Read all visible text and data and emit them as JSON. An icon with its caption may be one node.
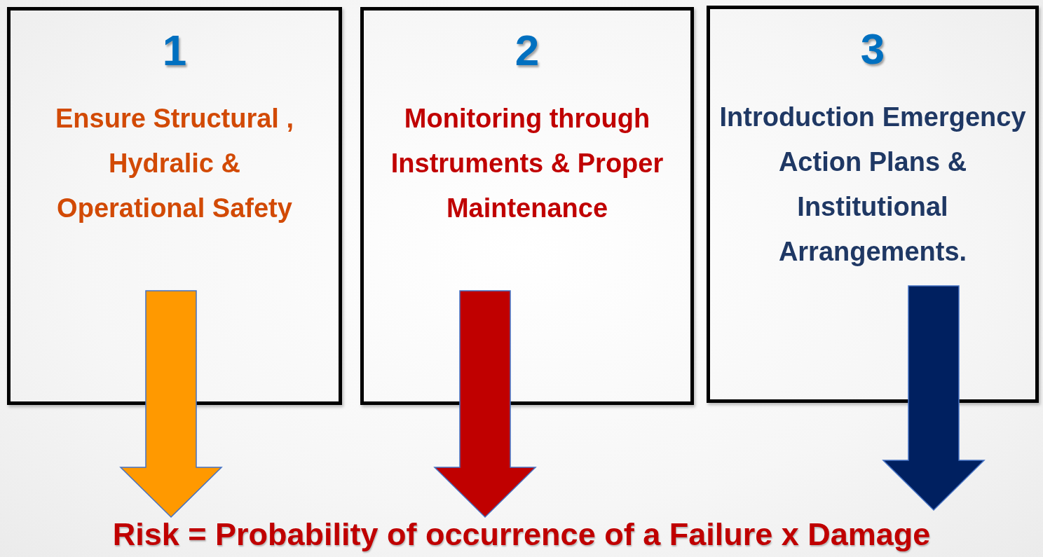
{
  "diagram": {
    "nodes": [
      {
        "text": [
          "1",
          "Ensure Structural , Hydralic & Operational Safety"
        ]
      },
      {
        "text": [
          "2",
          "Monitoring through Instruments & Proper Maintenance"
        ]
      },
      {
        "text": [
          "3",
          "Introduction Emergency Action Plans & Institutional Arrangements."
        ]
      },
      {
        "text": [
          "Risk = Probability of occurrence of a Failure x Damage"
        ]
      }
    ],
    "edges": [
      {
        "from": 0,
        "to": 3,
        "arrow": "to",
        "style": "thick",
        "color": "#ff9900"
      },
      {
        "from": 1,
        "to": 3,
        "arrow": "to",
        "style": "thick",
        "color": "#c00000"
      },
      {
        "from": 2,
        "to": 3,
        "arrow": "to",
        "style": "thick",
        "color": "#002060"
      }
    ]
  }
}
